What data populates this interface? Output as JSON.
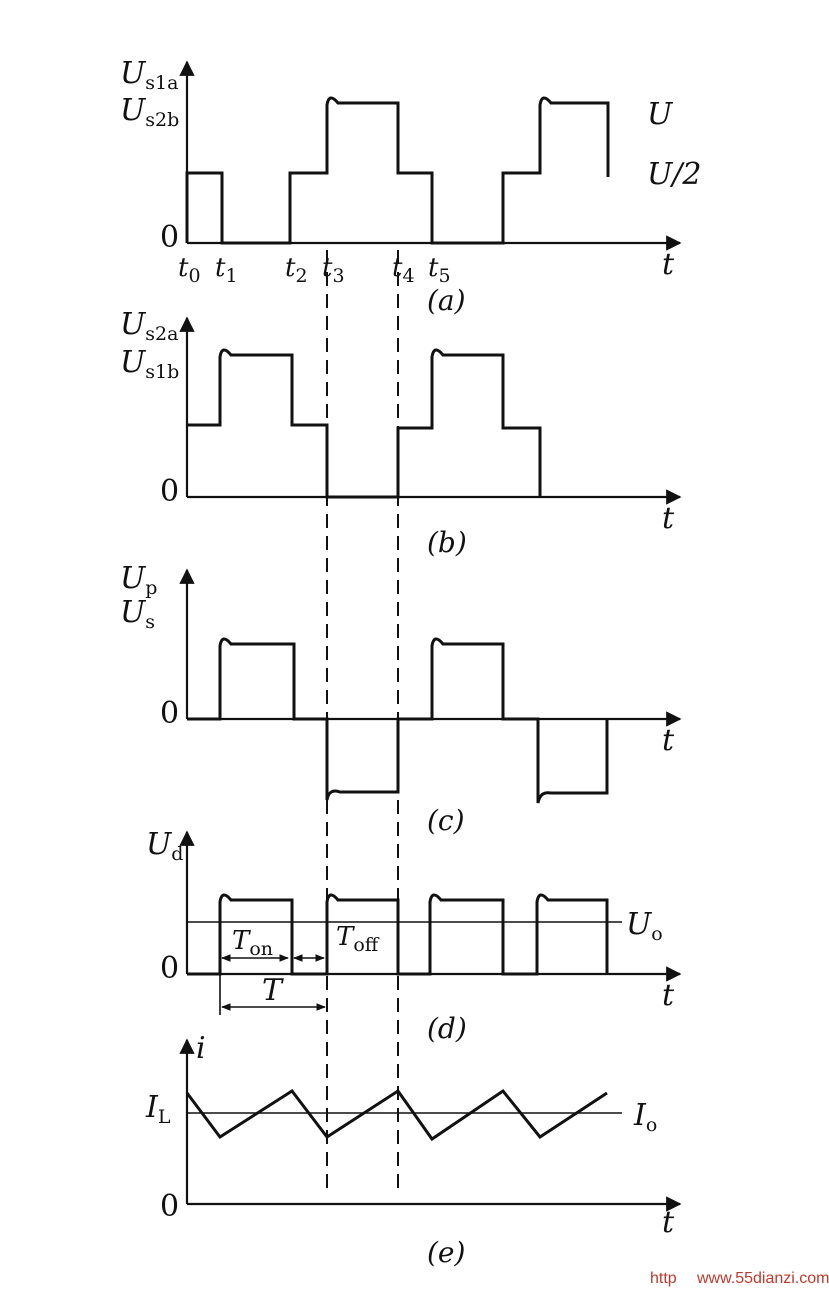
{
  "panels": {
    "a": {
      "ylabel_top": {
        "main": "U",
        "sub": "s1a"
      },
      "ylabel_bottom": {
        "main": "U",
        "sub": "s2b"
      },
      "zero": "0",
      "right_label_U": "U",
      "right_label_half": "U/2",
      "ticks": [
        {
          "main": "t",
          "sub": "0"
        },
        {
          "main": "t",
          "sub": "1"
        },
        {
          "main": "t",
          "sub": "2"
        },
        {
          "main": "t",
          "sub": "3"
        },
        {
          "main": "t",
          "sub": "4"
        },
        {
          "main": "t",
          "sub": "5"
        }
      ],
      "axis_t": "t",
      "caption": "(a)"
    },
    "b": {
      "ylabel_top": {
        "main": "U",
        "sub": "s2a"
      },
      "ylabel_bottom": {
        "main": "U",
        "sub": "s1b"
      },
      "zero": "0",
      "axis_t": "t",
      "caption": "(b)"
    },
    "c": {
      "ylabel_top": {
        "main": "U",
        "sub": "p"
      },
      "ylabel_bottom": {
        "main": "U",
        "sub": "s"
      },
      "zero": "0",
      "axis_t": "t",
      "caption": "(c)"
    },
    "d": {
      "ylabel": {
        "main": "U",
        "sub": "d"
      },
      "zero": "0",
      "ton": {
        "main": "T",
        "sub": "on"
      },
      "toff": {
        "main": "T",
        "sub": "off"
      },
      "period": "T",
      "avg": {
        "main": "U",
        "sub": "o"
      },
      "axis_t": "t",
      "caption": "(d)"
    },
    "e": {
      "ylabel": "i",
      "il": {
        "main": "I",
        "sub": "L"
      },
      "io": {
        "main": "I",
        "sub": "o"
      },
      "zero": "0",
      "axis_t": "t",
      "caption": "(e)"
    }
  },
  "watermark": {
    "prefix": "http",
    "site": "www.55dianzi.com"
  }
}
